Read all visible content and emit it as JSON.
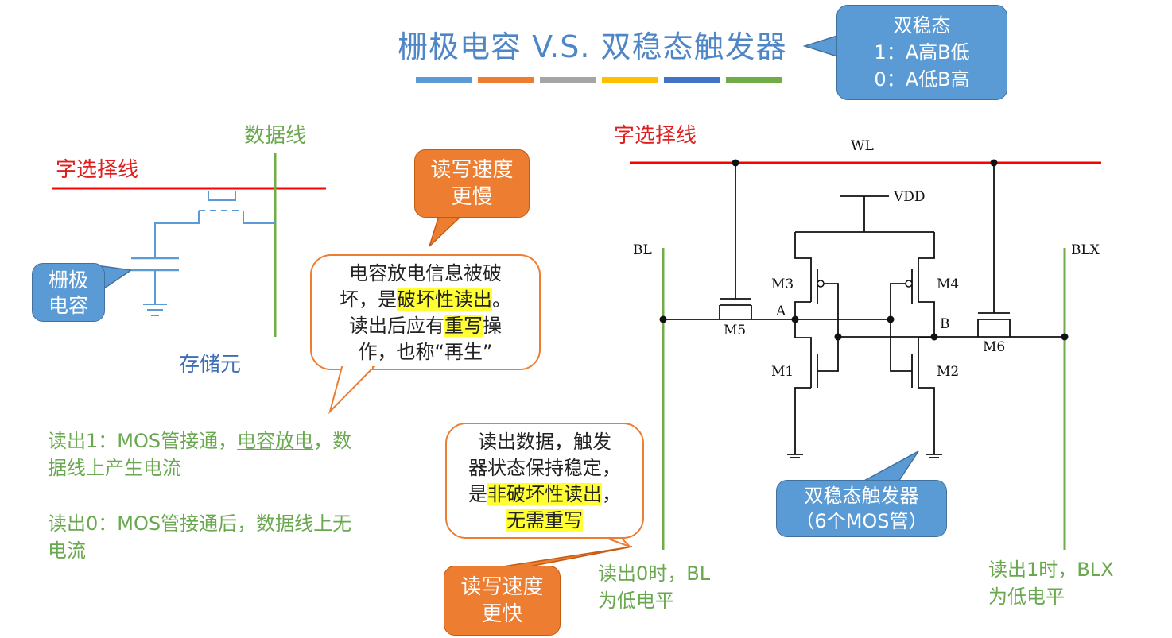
{
  "title": "栅极电容 V.S. 双稳态触发器",
  "stripe_colors": [
    "#5b9bd5",
    "#ed7d31",
    "#a5a5a5",
    "#ffc000",
    "#4472c4",
    "#70ad47"
  ],
  "bistable_state": {
    "title": "双稳态",
    "line1": "1：A高B低",
    "line2": "0：A低B高"
  },
  "left": {
    "data_line_label": "数据线",
    "word_line_label": "字选择线",
    "gate_cap_callout_line1": "栅极",
    "gate_cap_callout_line2": "电容",
    "storage_cell_label": "存储元",
    "slower_callout_line1": "读写速度",
    "slower_callout_line2": "更慢",
    "bubble": {
      "line1": "电容放电信息被破",
      "line2_pre": "坏，是",
      "line2_hl": "破坏性读出",
      "line2_post": "。",
      "line3_pre": "读出后应有",
      "line3_hl": "重写",
      "line3_post": "操",
      "line4": "作，也称“再生”"
    },
    "read1_pre": "读出1：MOS管接通，",
    "read1_ul": "电容放电",
    "read1_post": "，数",
    "read1_line2": "据线上产生电流",
    "read0_line1": "读出0：MOS管接通后，数据线上无",
    "read0_line2": "电流"
  },
  "right": {
    "word_line_label": "字选择线",
    "wl": "WL",
    "vdd": "VDD",
    "bl": "BL",
    "blx": "BLX",
    "m1": "M1",
    "m2": "M2",
    "m3": "M3",
    "m4": "M4",
    "m5": "M5",
    "m6": "M6",
    "node_a": "A",
    "node_b": "B",
    "bubble": {
      "line1": "读出数据，触发",
      "line2": "器状态保持稳定，",
      "line3_pre": "是",
      "line3_hl": "非破坏性读出",
      "line3_post": "，",
      "line4_hl": "无需重写"
    },
    "faster_callout_line1": "读写速度",
    "faster_callout_line2": "更快",
    "flipflop_callout_line1": "双稳态触发器",
    "flipflop_callout_line2": "（6个MOS管）",
    "read0_line1": "读出0时，BL",
    "read0_line2": "为低电平",
    "read1_line1": "读出1时，BLX",
    "read1_line2": "为低电平"
  }
}
